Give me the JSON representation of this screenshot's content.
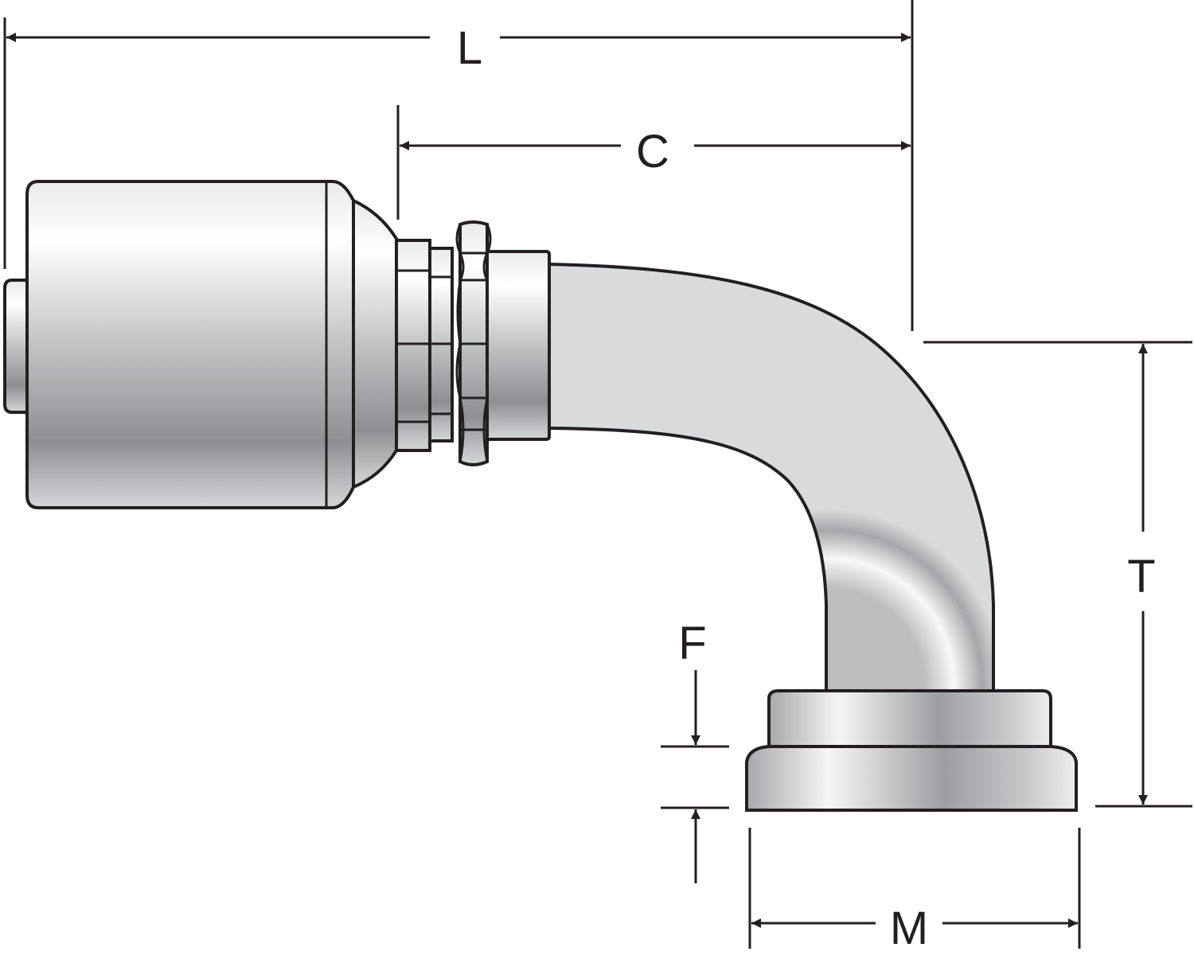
{
  "dimensions": {
    "L": "L",
    "C": "C",
    "T": "T",
    "F": "F",
    "M": "M"
  },
  "colors": {
    "ink": "#231f20",
    "metal_light": "#f4f4f4",
    "metal_mid": "#c7c8ca",
    "metal_dark": "#8c8d90"
  }
}
